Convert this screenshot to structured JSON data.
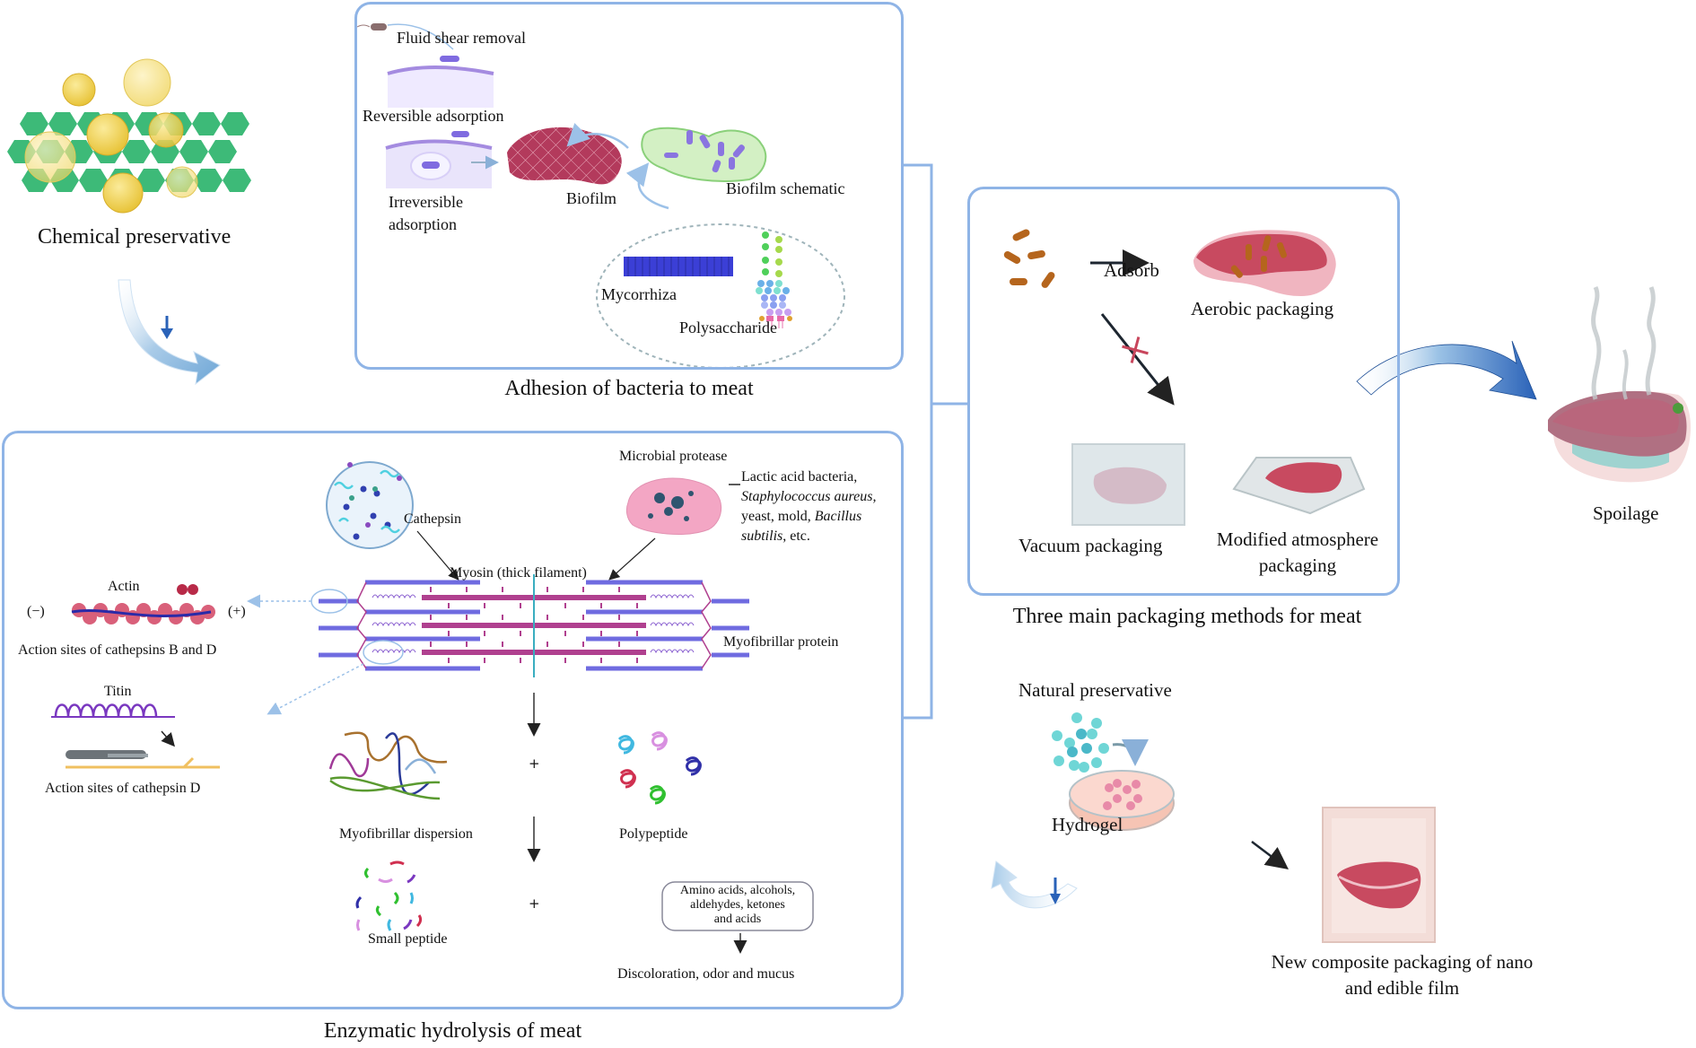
{
  "title": "Meat spoilage mechanisms and preservation strategies",
  "chemical_preservative": {
    "label": "Chemical preservative"
  },
  "adhesion": {
    "caption": "Adhesion of bacteria to meat",
    "fluid_shear": "Fluid shear removal",
    "reversible": "Reversible adsorption",
    "irreversible_line1": "Irreversible",
    "irreversible_line2": "adsorption",
    "biofilm": "Biofilm",
    "biofilm_schematic": "Biofilm schematic",
    "mycorrhiza": "Mycorrhiza",
    "polysaccharide": "Polysaccharide"
  },
  "enzymatic": {
    "caption": "Enzymatic hydrolysis of meat",
    "cathepsin": "Cathepsin",
    "microbial_protease": "Microbial protease",
    "microbes_line1": "Lactic acid bacteria,",
    "microbes_line2": "Staphylococcus aureus,",
    "microbes_line3_a": "yeast, mold, ",
    "microbes_line3_b": "Bacillus",
    "microbes_line4_a": "subtilis",
    "microbes_line4_b": ", etc.",
    "myosin": "Myosin (thick filament)",
    "myofibrillar_protein": "Myofibrillar protein",
    "actin": "Actin",
    "minus": "(−)",
    "plus_end": "(+)",
    "action_b_d": "Action sites of cathepsins B and D",
    "titin": "Titin",
    "action_d": "Action sites of cathepsin D",
    "myofibrillar_dispersion": "Myofibrillar dispersion",
    "polypeptide": "Polypeptide",
    "small_peptide": "Small peptide",
    "plus": "+",
    "products_line1": "Amino acids, alcohols,",
    "products_line2": "aldehydes, ketones",
    "products_line3": "and acids",
    "outcome": "Discoloration, odor and mucus"
  },
  "packaging": {
    "caption": "Three main packaging methods for meat",
    "adsorb": "Adsorb",
    "aerobic": "Aerobic packaging",
    "vacuum": "Vacuum packaging",
    "map_line1": "Modified atmosphere",
    "map_line2": "packaging"
  },
  "spoilage": {
    "label": "Spoilage"
  },
  "natural": {
    "label": "Natural preservative",
    "hydrogel": "Hydrogel",
    "composite_line1": "New composite packaging of nano",
    "composite_line2": "and edible film"
  },
  "colors": {
    "box_border": "#8fb4e6",
    "arrow_blue": "#2a62b8",
    "meat": "#c85a6e",
    "myosin": "#b0408f",
    "actin": "#6f6be0"
  }
}
